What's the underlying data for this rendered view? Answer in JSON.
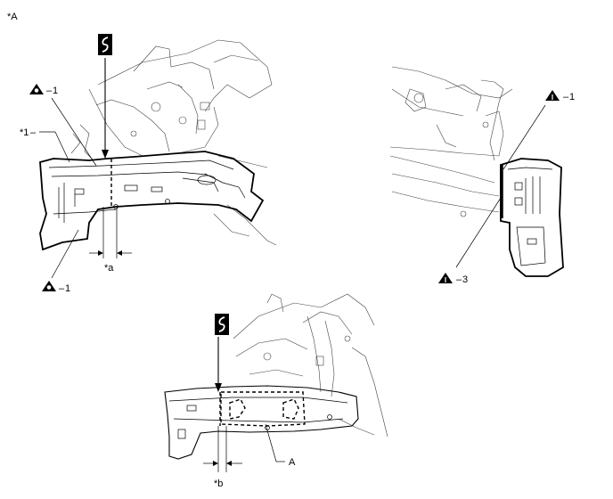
{
  "figure_label": "*A",
  "callouts": {
    "top_left_weld": "1",
    "part_label": "*1",
    "bottom_left_weld": "1",
    "dimension_a": "*a",
    "right_top_weld": "1",
    "right_bottom_weld": "3",
    "dimension_b": "*b",
    "region_a": "A"
  },
  "icons": {
    "cut_line_symbol": "cut-line-icon",
    "spot_weld_symbol": "spot-weld-triangle-icon",
    "plug_weld_symbol": "plug-weld-triangle-icon"
  }
}
